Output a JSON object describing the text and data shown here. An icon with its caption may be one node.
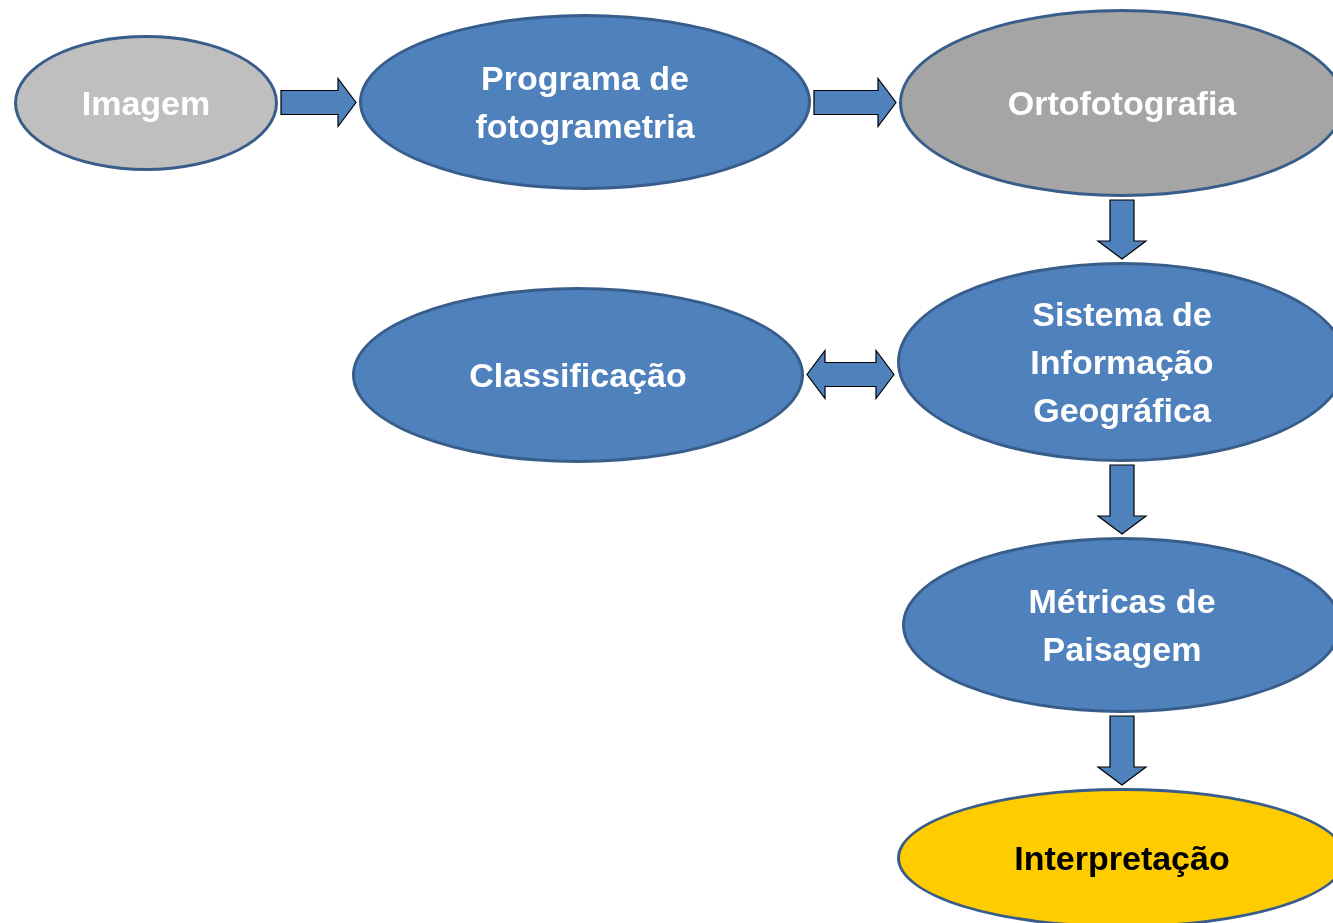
{
  "diagram": {
    "nodes": [
      {
        "text": [
          "Imagem"
        ]
      },
      {
        "text": [
          "Programa de fotogrametria"
        ]
      },
      {
        "text": [
          "Ortofotografia"
        ]
      },
      {
        "text": [
          "Classificação"
        ]
      },
      {
        "text": [
          "Sistema de Informação Geográfica"
        ]
      },
      {
        "text": [
          "Métricas de Paisagem"
        ]
      },
      {
        "text": [
          "Interpretação"
        ]
      }
    ],
    "edges": [
      {
        "from": 0,
        "to": 1,
        "arrow": "to"
      },
      {
        "from": 1,
        "to": 2,
        "arrow": "to"
      },
      {
        "from": 2,
        "to": 4,
        "arrow": "to"
      },
      {
        "from": 4,
        "to": 3,
        "arrow": "both"
      },
      {
        "from": 4,
        "to": 5,
        "arrow": "to"
      },
      {
        "from": 5,
        "to": 6,
        "arrow": "to"
      }
    ]
  }
}
